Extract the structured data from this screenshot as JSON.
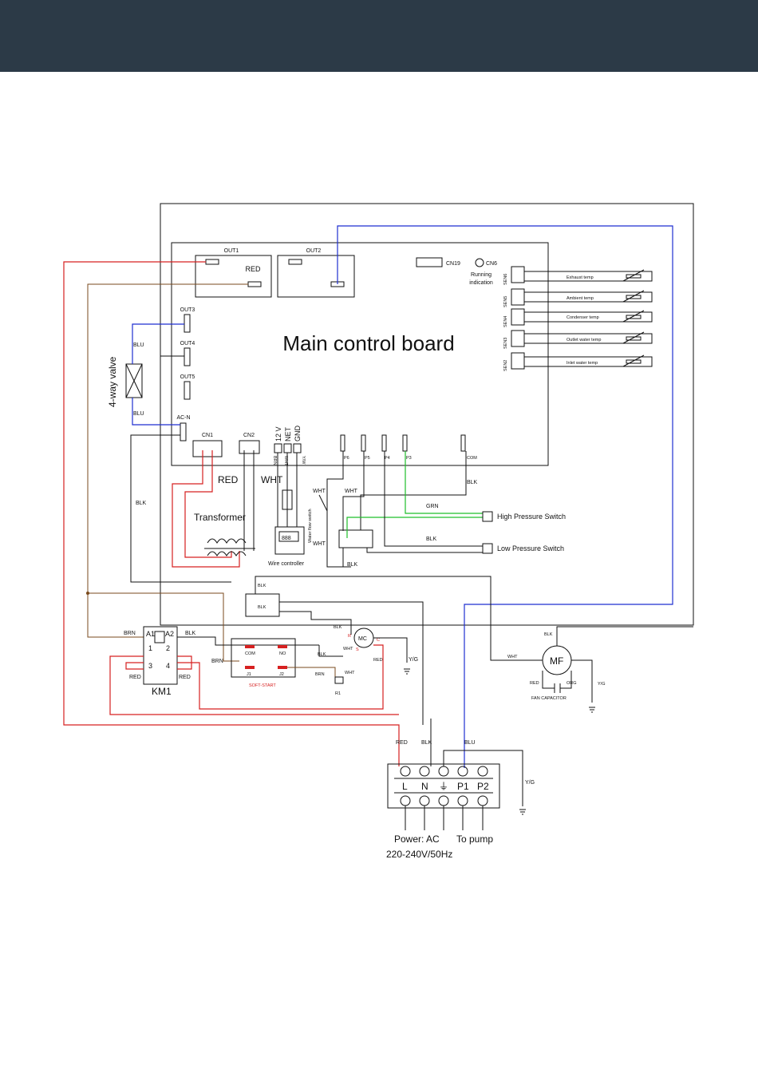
{
  "board": {
    "title": "Main control board",
    "outputs": [
      "OUT1",
      "OUT2",
      "OUT3",
      "OUT4",
      "OUT5",
      "AC-N"
    ],
    "connectors": [
      "CN1",
      "CN2",
      "CN19",
      "CN6"
    ],
    "running_indication": [
      "Running",
      "indication"
    ],
    "wire_labels": {
      "red": "RED",
      "wht": "WHT",
      "blk": "BLK",
      "brn": "BRN",
      "blu": "BLU",
      "grn": "GRN",
      "yg": "Y/G",
      "org": "ORG"
    },
    "ctrl_pins": [
      "12 V",
      "NET",
      "GND"
    ],
    "ctrl_wires": [
      "BRN",
      "WHT",
      "Y/W"
    ],
    "p_pins": [
      "P6",
      "P5",
      "P4",
      "P3",
      "COM"
    ]
  },
  "sensors": [
    {
      "id": "SEN6",
      "label": "Exhaust temp"
    },
    {
      "id": "SEN5",
      "label": "Ambient temp"
    },
    {
      "id": "SEN4",
      "label": "Condenser temp"
    },
    {
      "id": "SEN3",
      "label": "Outlet water temp"
    },
    {
      "id": "SEN2",
      "label": "Inlet water temp"
    }
  ],
  "components": {
    "four_way_valve": "4-way valve",
    "transformer": "Transformer",
    "wire_controller": "Wire controller",
    "wire_controller_display": "888",
    "water_flow_switch": "Water flow switch",
    "high_pressure_switch": "High Pressure Switch",
    "low_pressure_switch": "Low Pressure Switch",
    "km1": "KM1",
    "km1_a1": "A1",
    "km1_a2": "A2",
    "km1_pins": [
      "1",
      "2",
      "3",
      "4"
    ],
    "soft_start": "SOFT-START",
    "soft_start_pins": [
      "COM",
      "NO",
      "J1",
      "J2"
    ],
    "mc": "MC",
    "mc_pins": [
      "R",
      "S",
      "C"
    ],
    "mf": "MF",
    "fan_capacitor": "FAN CAPACITOR",
    "r1": "R1"
  },
  "terminal": {
    "labels": [
      "L",
      "N",
      "⏚",
      "P1",
      "P2"
    ],
    "power": "Power: AC",
    "voltage": "220-240V/50Hz",
    "pump": "To pump"
  }
}
